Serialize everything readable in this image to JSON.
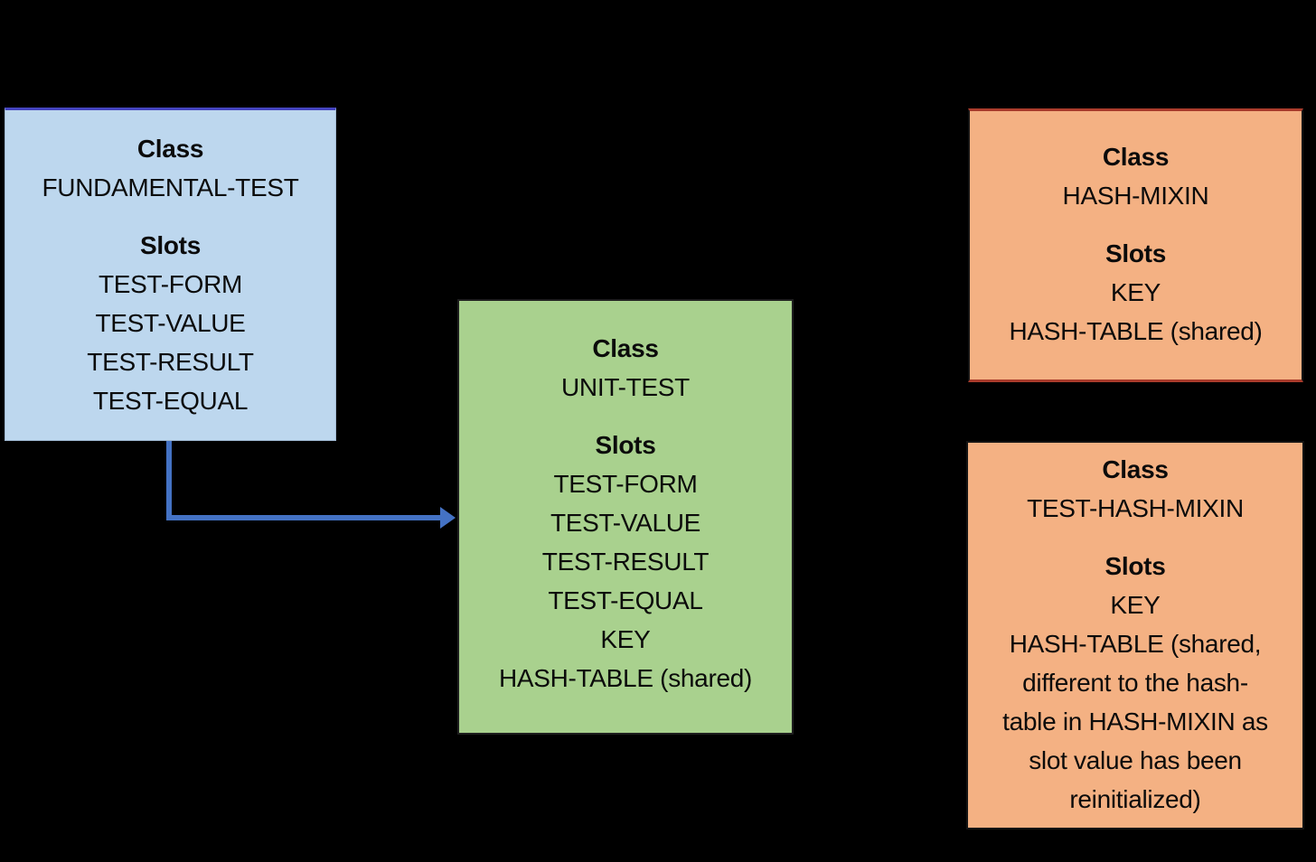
{
  "colors": {
    "background": "#000000",
    "fundamental_test_fill": "#BDD7EE",
    "fundamental_test_top_line": "#4444BE",
    "unit_test_fill": "#A9D18E",
    "unit_test_border": "#1F1F1F",
    "hash_mixin_fill": "#F4B183",
    "hash_mixin_accent_line": "#A93B2B",
    "arrow": "#4472C4",
    "text": "#0B0B0B"
  },
  "boxes": [
    {
      "class_label": "Class",
      "class_name": "FUNDAMENTAL-TEST",
      "slots_label": "Slots",
      "slots": [
        "TEST-FORM",
        "TEST-VALUE",
        "TEST-RESULT",
        "TEST-EQUAL"
      ]
    },
    {
      "class_label": "Class",
      "class_name": "UNIT-TEST",
      "slots_label": "Slots",
      "slots": [
        "TEST-FORM",
        "TEST-VALUE",
        "TEST-RESULT",
        "TEST-EQUAL",
        "KEY",
        "HASH-TABLE (shared)"
      ]
    },
    {
      "class_label": "Class",
      "class_name": "HASH-MIXIN",
      "slots_label": "Slots",
      "slots": [
        "KEY",
        "HASH-TABLE (shared)"
      ]
    },
    {
      "class_label": "Class",
      "class_name": "TEST-HASH-MIXIN",
      "slots_label": "Slots",
      "slots": [
        "KEY",
        "HASH-TABLE (shared,",
        "different to the hash-",
        "table in HASH-MIXIN as",
        "slot value has been",
        "reinitialized)"
      ]
    }
  ],
  "arrow": {
    "from": "FUNDAMENTAL-TEST",
    "to": "UNIT-TEST",
    "shape": "elbow-right"
  }
}
